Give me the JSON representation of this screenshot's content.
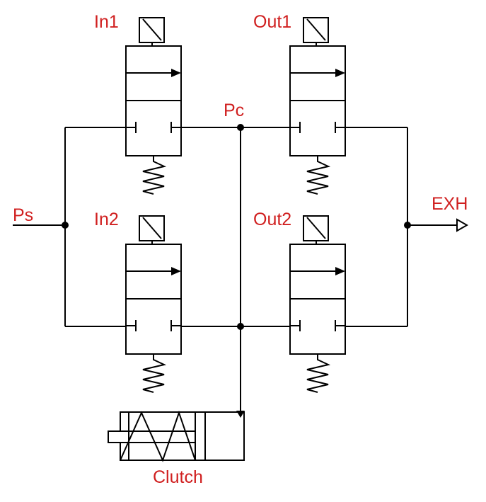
{
  "labels": {
    "in1": "In1",
    "out1": "Out1",
    "in2": "In2",
    "out2": "Out2",
    "ps": "Ps",
    "pc": "Pc",
    "exh": "EXH",
    "clutch": "Clutch"
  },
  "colors": {
    "label": "#d01f1f",
    "line": "#000000",
    "background": "#ffffff"
  },
  "components": {
    "valves": [
      "In1",
      "Out1",
      "In2",
      "Out2"
    ],
    "actuator": "Clutch",
    "valve_symbol": "solenoid-operated 2/2 valve with spring return"
  }
}
